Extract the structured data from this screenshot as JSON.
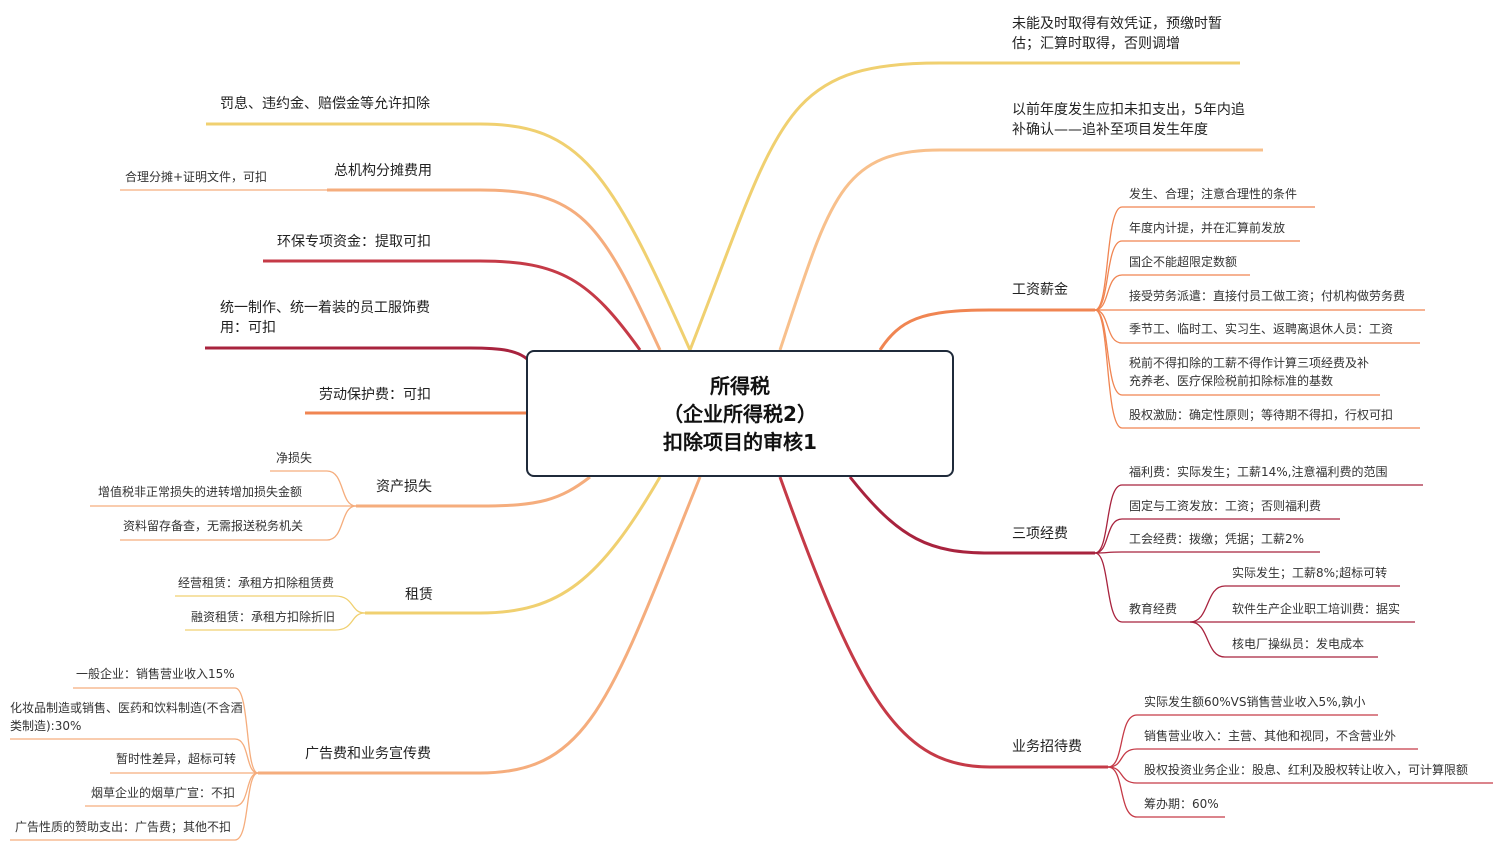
{
  "center": {
    "line1": "所得税",
    "line2": "（企业所得税2）",
    "line3": "扣除项目的审核1"
  },
  "right": {
    "r1": "未能及时取得有效凭证，预缴时暂估；汇算时取得，否则调增",
    "r2": "以前年度发生应扣未扣支出，5年内追补确认——追补至项目发生年度",
    "salary": {
      "label": "工资薪金",
      "items": [
        "发生、合理；注意合理性的条件",
        "年度内计提，并在汇算前发放",
        "国企不能超限定数额",
        "接受劳务派遣：直接付员工做工资；付机构做劳务费",
        "季节工、临时工、实习生、返聘离退休人员：工资",
        "税前不得扣除的工薪不得作计算三项经费及补充养老、医疗保险税前扣除标准的基数",
        "股权激励：确定性原则；等待期不得扣，行权可扣"
      ]
    },
    "three": {
      "label": "三项经费",
      "items": [
        "福利费：实际发生；工薪14%,注意福利费的范围",
        "固定与工资发放：工资；否则福利费",
        "工会经费：拨缴；凭据；工薪2%"
      ],
      "edu": {
        "label": "教育经费",
        "items": [
          "实际发生；工薪8%;超标可转",
          "软件生产企业职工培训费：据实",
          "核电厂操纵员：发电成本"
        ]
      }
    },
    "ent": {
      "label": "业务招待费",
      "items": [
        "实际发生额60%VS销售营业收入5%,孰小",
        "销售营业收入：主营、其他和视同，不含营业外",
        "股权投资业务企业：股息、红利及股权转让收入，可计算限额",
        "筹办期：60%"
      ]
    }
  },
  "left": {
    "l1": "罚息、违约金、赔偿金等允许扣除",
    "hq": {
      "label": "总机构分摊费用",
      "items": [
        "合理分摊+证明文件，可扣"
      ]
    },
    "env": "环保专项资金：提取可扣",
    "uniform": "统一制作、统一着装的员工服饰费用：可扣",
    "labor": "劳动保护费：可扣",
    "asset": {
      "label": "资产损失",
      "items": [
        "净损失",
        "增值税非正常损失的进转增加损失金额",
        "资料留存备查，无需报送税务机关"
      ]
    },
    "lease": {
      "label": "租赁",
      "items": [
        "经营租赁：承租方扣除租赁费",
        "融资租赁：承租方扣除折旧"
      ]
    },
    "ad": {
      "label": "广告费和业务宣传费",
      "items": [
        "一般企业：销售营业收入15%",
        "化妆品制造或销售、医药和饮料制造(不含酒类制造):30%",
        "暂时性差异，超标可转",
        "烟草企业的烟草广宣：不扣",
        "广告性质的赞助支出：广告费；其他不扣"
      ]
    }
  },
  "colors": {
    "yellow": "#f0d070",
    "peach": "#f5ad7d",
    "orange": "#f08552",
    "crimson": "#a8233e",
    "red": "#c53a47",
    "center_border": "#1f2a3a"
  }
}
